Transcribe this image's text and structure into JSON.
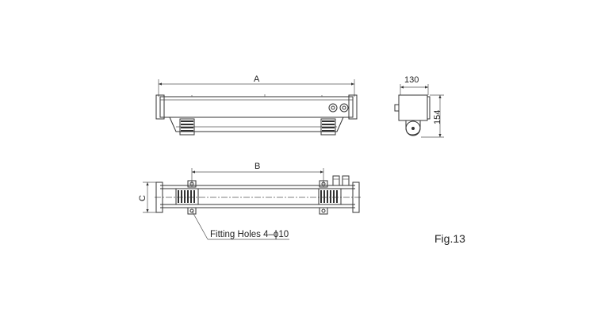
{
  "dimensions": {
    "a_label": "A",
    "b_label": "B",
    "c_label": "C",
    "width_label": "130",
    "height_label": "154"
  },
  "callout": {
    "text": "Fitting Holes 4–ϕ10"
  },
  "figure": {
    "caption": "Fig.13"
  }
}
